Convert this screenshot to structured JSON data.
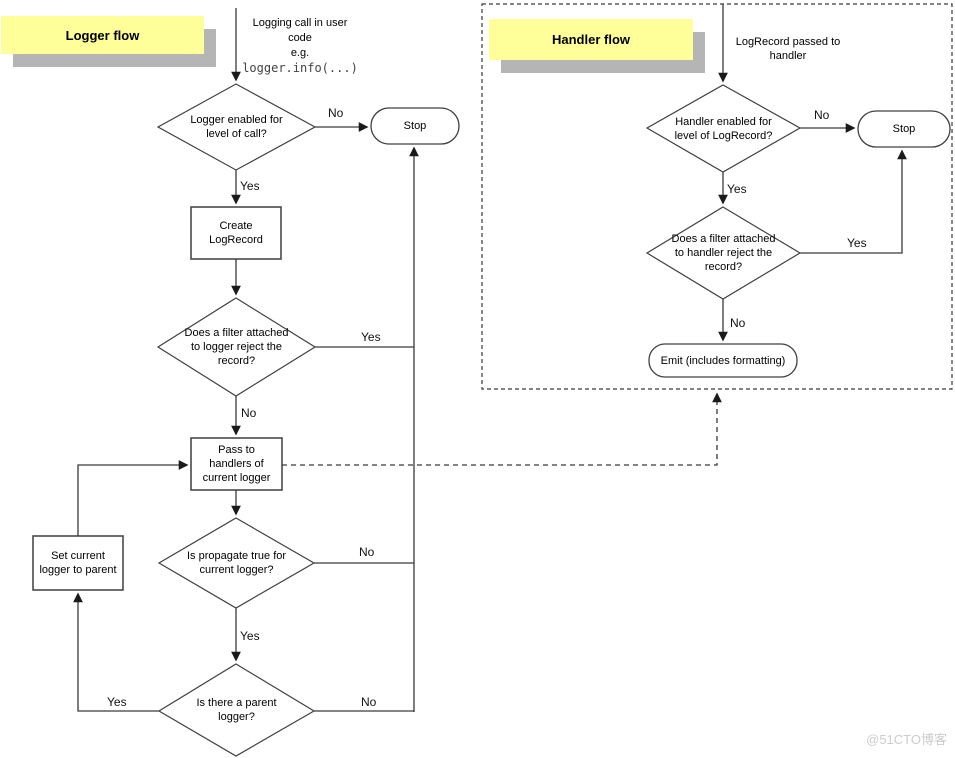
{
  "edge_labels": {
    "yes": "Yes",
    "no": "No"
  },
  "logger": {
    "title": "Logger flow",
    "entry_lines": [
      "Logging call in user",
      "code",
      "e.g."
    ],
    "entry_code": "logger.info(...)",
    "decision_enabled": [
      "Logger enabled for",
      "level of call?"
    ],
    "stop": "Stop",
    "create_record": [
      "Create",
      "LogRecord"
    ],
    "decision_filter": [
      "Does a filter attached",
      "to logger reject the",
      "record?"
    ],
    "pass_handlers": [
      "Pass to",
      "handlers of",
      "current logger"
    ],
    "decision_propagate": [
      "Is propagate true for",
      "current logger?"
    ],
    "decision_parent": [
      "Is there a parent",
      "logger?"
    ],
    "set_parent": [
      "Set current",
      "logger to parent"
    ]
  },
  "handler": {
    "title": "Handler flow",
    "entry_lines": [
      "LogRecord passed to",
      "handler"
    ],
    "decision_enabled": [
      "Handler enabled for",
      "level of LogRecord?"
    ],
    "stop": "Stop",
    "decision_filter": [
      "Does a filter attached",
      "to handler reject the",
      "record?"
    ],
    "emit": "Emit (includes formatting)"
  },
  "watermark": "@51CTO博客",
  "colors": {
    "note_bg": "#ffff99",
    "note_shadow": "#b5b5b5",
    "line": "#404040"
  }
}
